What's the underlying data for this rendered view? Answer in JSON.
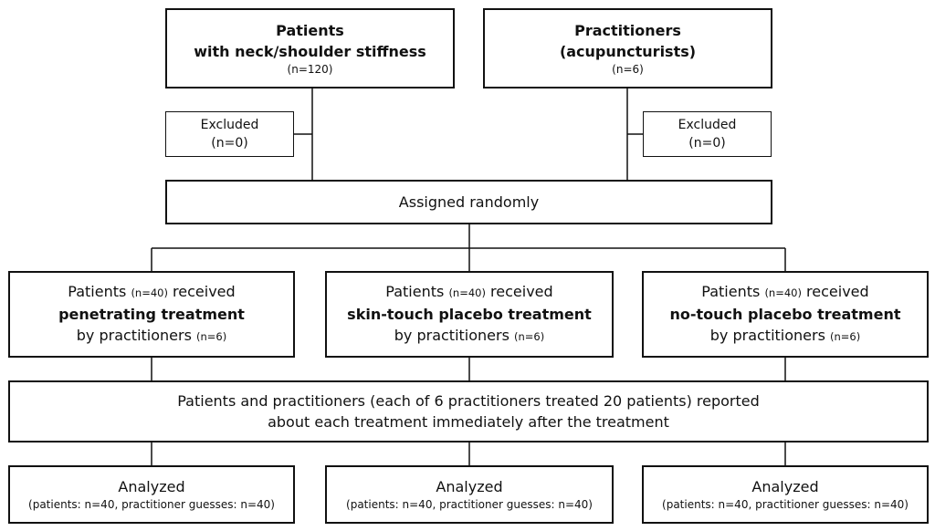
{
  "top": {
    "patients": {
      "title_line1": "Patients",
      "title_line2": "with neck/shoulder stiffness",
      "n": "(n=120)"
    },
    "practitioners": {
      "title_line1": "Practitioners",
      "title_line2": "(acupuncturists)",
      "n": "(n=6)"
    }
  },
  "excluded": [
    {
      "label": "Excluded",
      "n": "(n=0)"
    },
    {
      "label": "Excluded",
      "n": "(n=0)"
    }
  ],
  "assigned": {
    "label": "Assigned randomly"
  },
  "groups": [
    {
      "pre": "Patients ",
      "n": "(n=40)",
      "post": " received",
      "treatment": "penetrating treatment",
      "by": "by practitioners ",
      "by_n": "(n=6)"
    },
    {
      "pre": "Patients ",
      "n": "(n=40)",
      "post": " received",
      "treatment": "skin-touch placebo treatment",
      "by": "by practitioners ",
      "by_n": "(n=6)"
    },
    {
      "pre": "Patients ",
      "n": "(n=40)",
      "post": " received",
      "treatment": "no-touch placebo treatment",
      "by": "by practitioners ",
      "by_n": "(n=6)"
    }
  ],
  "reported": {
    "line1": "Patients and practitioners (each of 6 practitioners treated 20 patients) reported",
    "line2": "about each treatment immediately after the treatment"
  },
  "analyzed": [
    {
      "label": "Analyzed",
      "detail": "(patients: n=40, practitioner guesses: n=40)"
    },
    {
      "label": "Analyzed",
      "detail": "(patients: n=40, practitioner guesses: n=40)"
    },
    {
      "label": "Analyzed",
      "detail": "(patients: n=40, practitioner guesses: n=40)"
    }
  ]
}
